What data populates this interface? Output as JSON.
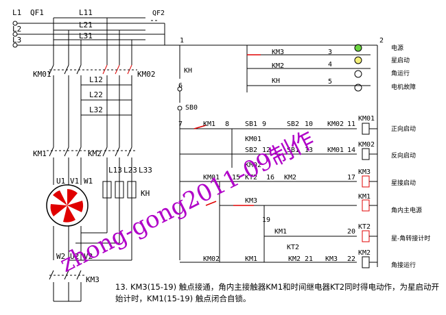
{
  "watermark": "zhong-gong2011-09制作",
  "caption": "13. KM3(15-19) 触点接通，角内主接触器KM1和时间继电器KT2同时得电动作，为星启动开始计时，KM1(15-19) 触点闭合自锁。",
  "labels": {
    "L1": "L1",
    "L2": "L2",
    "L3": "L3",
    "QF1": "QF1",
    "QF2": "QF2",
    "L11": "L11",
    "L21": "L21",
    "L31": "L31",
    "L12": "L12",
    "L22": "L22",
    "L32": "L32",
    "L13": "L13",
    "L23": "L23",
    "L33": "L33",
    "KM01": "KM01",
    "KM02": "KM02",
    "KM1": "KM1",
    "KM2": "KM2",
    "KM3": "KM3",
    "KH": "KH",
    "U1": "U1",
    "V1": "V1",
    "W1": "W1",
    "U2": "U2",
    "V2": "V2",
    "W2": "W2",
    "SB0": "SB0",
    "SB1": "SB1",
    "SB2": "SB2",
    "KT2": "KT2"
  },
  "nodes": [
    "1",
    "2",
    "3",
    "4",
    "5",
    "6",
    "7",
    "8",
    "9",
    "10",
    "11",
    "12",
    "13",
    "14",
    "15",
    "16",
    "17",
    "19",
    "20",
    "21",
    "22"
  ],
  "indicators": [
    {
      "node": "2",
      "text": "电源"
    },
    {
      "node": "3",
      "text": "星启动"
    },
    {
      "node": "4",
      "text": "角运行"
    },
    {
      "node": "5",
      "text": "电机故障"
    }
  ],
  "coils": [
    {
      "name": "KM01",
      "text": "正向启动"
    },
    {
      "name": "KM02",
      "text": "反向启动"
    },
    {
      "name": "KM3",
      "text": "星接启动"
    },
    {
      "name": "KM1",
      "text": "角内主电源"
    },
    {
      "name": "KT2",
      "text": "星-角转接计时"
    },
    {
      "name": "KM2",
      "text": "角接运行"
    }
  ],
  "colors": {
    "wire": "#000000",
    "energized": "#e00000",
    "watermark": "#b000c8",
    "lamp_on": "#6ad33f",
    "lamp_yellow": "#f4f078"
  }
}
